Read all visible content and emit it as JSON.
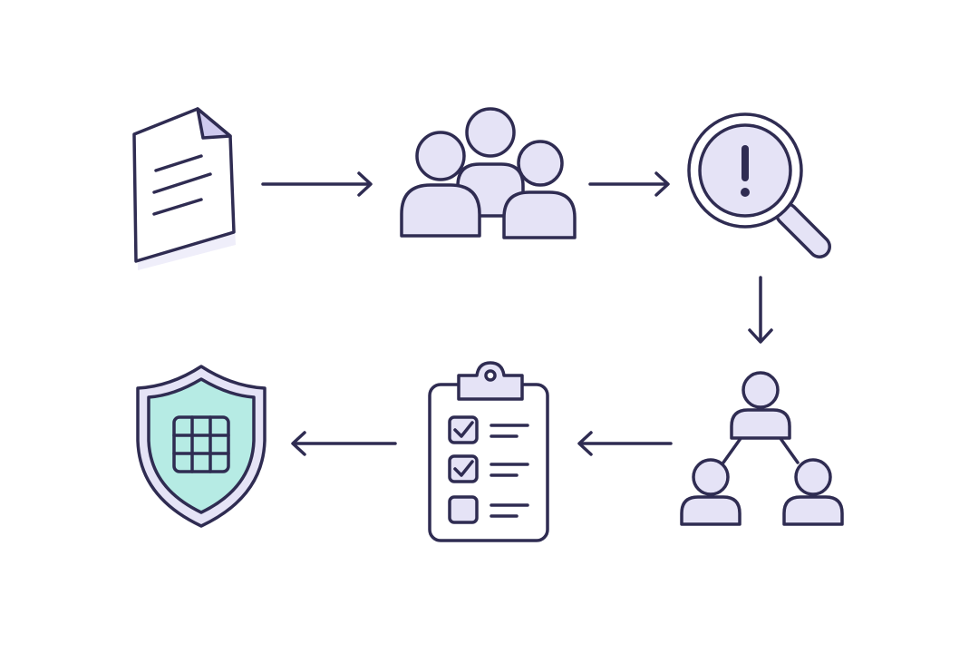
{
  "diagram": {
    "kind": "process-flow",
    "flow": "clockwise",
    "colors": {
      "stroke": "#2f2c52",
      "fill_lavender": "#e5e3f6",
      "fill_lavender_dark": "#cfcaee",
      "fill_mint": "#b6ebe4",
      "shadow": "#efeefa",
      "background": "#ffffff"
    },
    "nodes": [
      {
        "id": "document",
        "icon": "document-icon"
      },
      {
        "id": "group",
        "icon": "people-group-icon"
      },
      {
        "id": "inspection",
        "icon": "magnifier-alert-icon"
      },
      {
        "id": "hierarchy",
        "icon": "people-hierarchy-icon"
      },
      {
        "id": "checklist",
        "icon": "clipboard-checklist-icon"
      },
      {
        "id": "protection",
        "icon": "shield-grid-icon"
      }
    ],
    "checklist_items": [
      {
        "checked": true
      },
      {
        "checked": true
      },
      {
        "checked": false
      }
    ],
    "edges": [
      {
        "from": "document",
        "to": "group",
        "direction": "right"
      },
      {
        "from": "group",
        "to": "inspection",
        "direction": "right"
      },
      {
        "from": "inspection",
        "to": "hierarchy",
        "direction": "down"
      },
      {
        "from": "hierarchy",
        "to": "checklist",
        "direction": "left"
      },
      {
        "from": "checklist",
        "to": "protection",
        "direction": "left"
      }
    ]
  }
}
